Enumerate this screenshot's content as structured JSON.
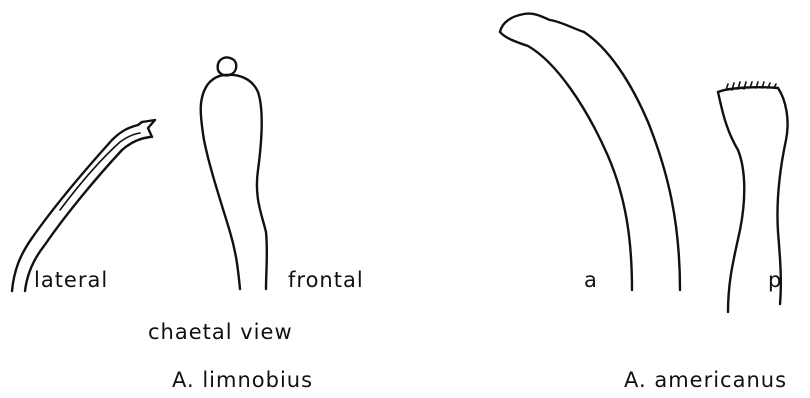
{
  "left_group": {
    "label_lateral": "lateral",
    "label_frontal": "frontal",
    "caption_view": "chaetal view",
    "species": "A. limnobius"
  },
  "right_group": {
    "label_a": "a",
    "label_p": "p",
    "species": "A. americanus"
  },
  "colors": {
    "ink": "#111111",
    "background": "#ffffff"
  }
}
